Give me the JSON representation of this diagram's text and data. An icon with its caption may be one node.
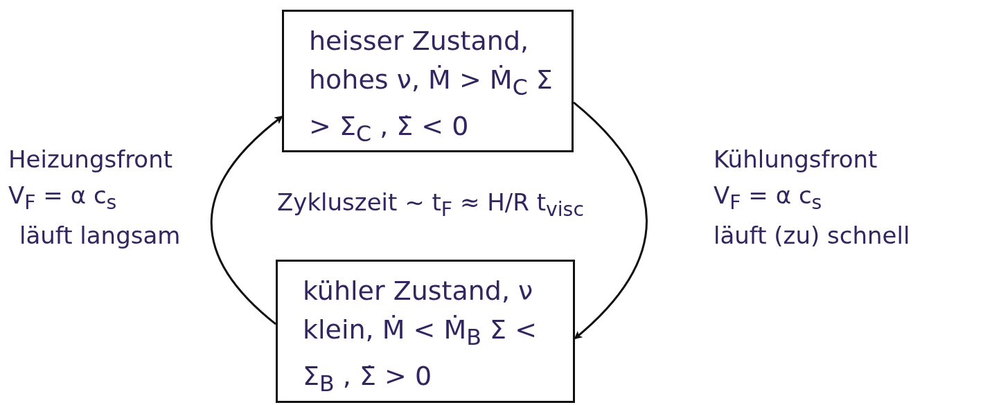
{
  "diagram": {
    "nodes": [
      {
        "text": [
          "heisser Zustand, hohes ν, Ṁ > Ṁ$_{C}$ Σ > Σ$_{C}$ , Σ̇ < 0"
        ]
      },
      {
        "text": [
          "kühler Zustand, ν klein, Ṁ < Ṁ$_{B}$ Σ < Σ$_{B}$ , Σ̇ > 0"
        ]
      }
    ],
    "edges": [
      {
        "from": 0,
        "to": 1,
        "arrow": "to"
      },
      {
        "from": 1,
        "to": 0,
        "arrow": "to"
      }
    ],
    "labels": [
      "Heizungsfront",
      "V$_{F}$ = α c$_{s}$",
      "läuft langsam",
      "Zykluszeit ~ t$_{F}$ ≈ H/R t$_{visc}$",
      "Kühlungsfront",
      "V$_{F}$ = α c$_{s}$",
      "läuft (zu) schnell"
    ]
  }
}
